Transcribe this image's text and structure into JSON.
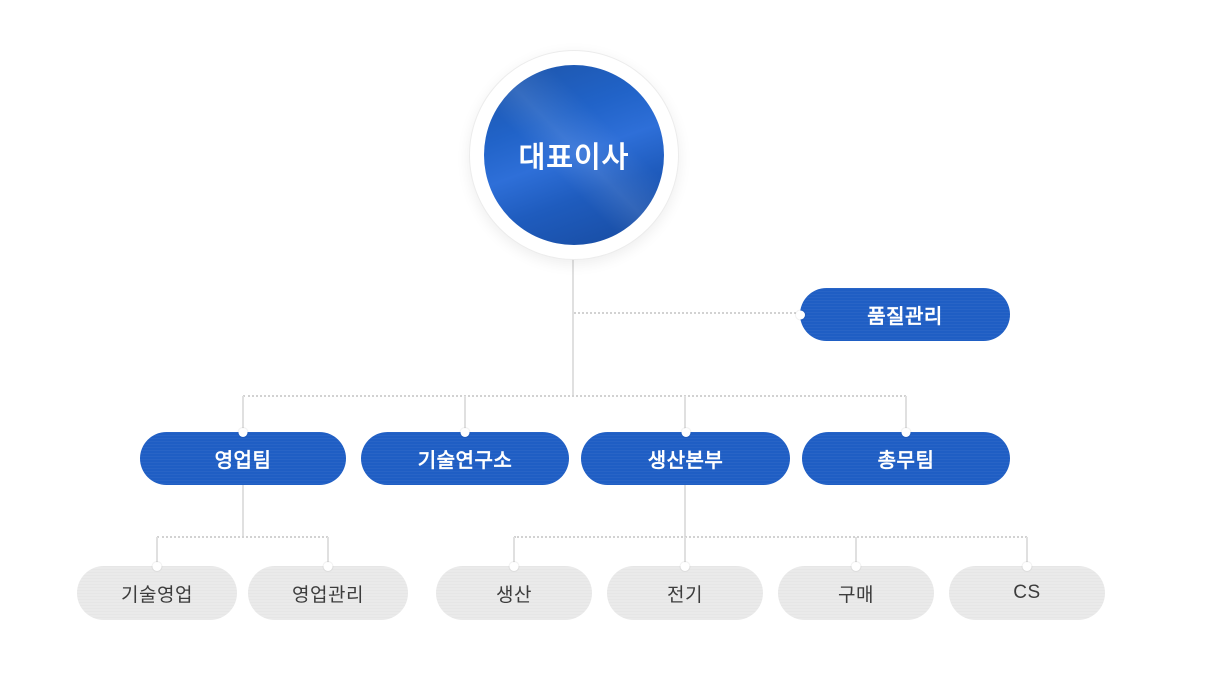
{
  "org": {
    "ceo": {
      "label": "대표이사"
    },
    "quality": {
      "label": "품질관리"
    },
    "departments": [
      {
        "label": "영업팀"
      },
      {
        "label": "기술연구소"
      },
      {
        "label": "생산본부"
      },
      {
        "label": "총무팀"
      }
    ],
    "sales_teams": [
      {
        "label": "기술영업"
      },
      {
        "label": "영업관리"
      }
    ],
    "production_teams": [
      {
        "label": "생산"
      },
      {
        "label": "전기"
      },
      {
        "label": "구매"
      },
      {
        "label": "CS"
      }
    ],
    "colors": {
      "primary_blue": "#1f5ec4",
      "circle_gradient_light": "#2e6fd8",
      "circle_gradient_dark": "#174a9e",
      "secondary_gray": "#eaeaea",
      "text_on_blue": "#ffffff",
      "text_on_gray": "#3c3c3c",
      "line_solid": "#e0e0e0",
      "line_dotted": "#d2d2d2"
    }
  }
}
